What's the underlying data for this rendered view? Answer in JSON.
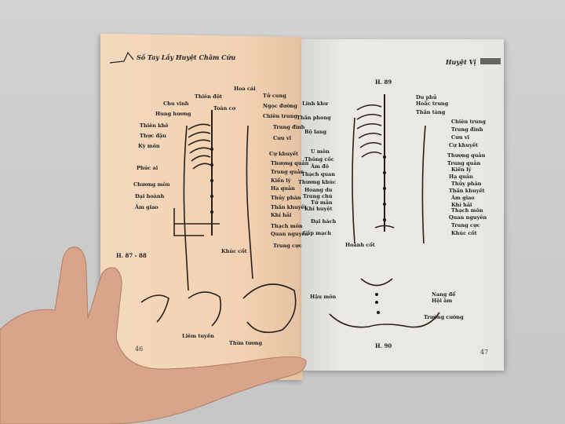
{
  "left_page": {
    "header": "Số Tay Lấy Huyệt Châm Cứu",
    "figure_label": "H. 87 - 88",
    "page_number": "46",
    "labels_left": [
      "Thiên đột",
      "Toàn cơ",
      "Hoa cái",
      "Chu vinh",
      "Hung hương",
      "Thiên khê",
      "Thực đậu",
      "Kỳ môn",
      "Phúc ai",
      "Chương môn",
      "Đại hoành",
      "Âm giao"
    ],
    "labels_right": [
      "Tử cung",
      "Ngọc đường",
      "Chiên trung",
      "Trung đình",
      "Cưu vĩ",
      "Cự khuyết",
      "Thượng quản",
      "Trung quản",
      "Kiến lý",
      "Hạ quản",
      "Thủy phân",
      "Thần khuyết",
      "Khí hải",
      "Thạch môn",
      "Quan nguyên",
      "Trung cực",
      "Khúc cốt"
    ],
    "labels_bottom": [
      "Liêm tuyền",
      "Thừa tương"
    ]
  },
  "right_page": {
    "header": "Huyệt Vị",
    "figure_top": "H. 89",
    "figure_bottom": "H. 90",
    "page_number": "47",
    "labels_left": [
      "Linh khư",
      "Thần phong",
      "Bộ lang",
      "U môn",
      "Thông cốc",
      "Âm đô",
      "Thạch quan",
      "Thương khúc",
      "Hoang du",
      "Trung chú",
      "Tứ mãn",
      "Khí huyệt",
      "Đại hách",
      "Cấp mạch",
      "Hoành cốt"
    ],
    "labels_right": [
      "Du phủ",
      "Hoắc trung",
      "Thần tàng",
      "Chiên trung",
      "Trung đình",
      "Cưu vĩ",
      "Cự khuyết",
      "Thượng quản",
      "Trung quản",
      "Kiến lý",
      "Hạ quản",
      "Thủy phân",
      "Thần khuyết",
      "Âm giao",
      "Khí hải",
      "Thạch môn",
      "Quan nguyên",
      "Trung cực",
      "Khúc cốt"
    ],
    "labels_fig90": [
      "Hậu môn",
      "Nang để",
      "Hội âm",
      "Trường cường"
    ]
  }
}
